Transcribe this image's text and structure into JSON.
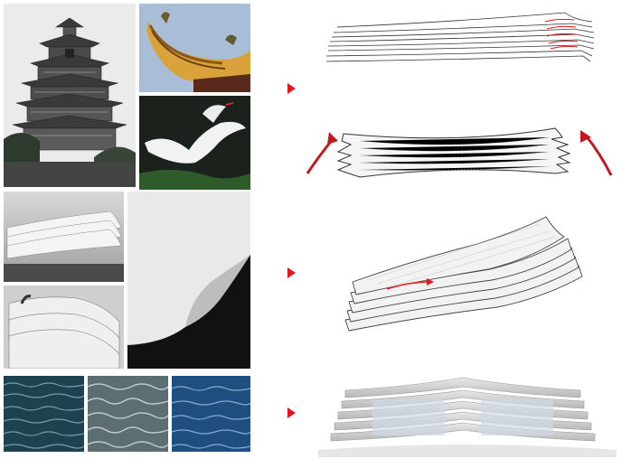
{
  "images": {
    "tower": {
      "icon": "yellow-crane-tower-photo"
    },
    "roof_eave": {
      "icon": "upturned-roof-eave-photo"
    },
    "crane_bird": {
      "icon": "white-crane-bird-photo"
    },
    "paper_stack_a": {
      "icon": "curled-paper-stack-photo"
    },
    "paper_curl": {
      "icon": "curled-paper-corner-photo"
    },
    "paper_stack_b": {
      "icon": "layered-paper-folds-photo"
    },
    "water_a": {
      "icon": "water-ripples-photo"
    },
    "water_b": {
      "icon": "water-ripples-photo"
    },
    "water_c": {
      "icon": "water-ripples-photo"
    }
  },
  "colors": {
    "accent_red": "#e0191e",
    "line": "#333333"
  },
  "steps": [
    {
      "icon": "layered-roof-sketch"
    },
    {
      "icon": "curved-eave-sketch"
    },
    {
      "icon": "swept-layered-form-sketch"
    },
    {
      "icon": "stacked-building-render"
    }
  ]
}
